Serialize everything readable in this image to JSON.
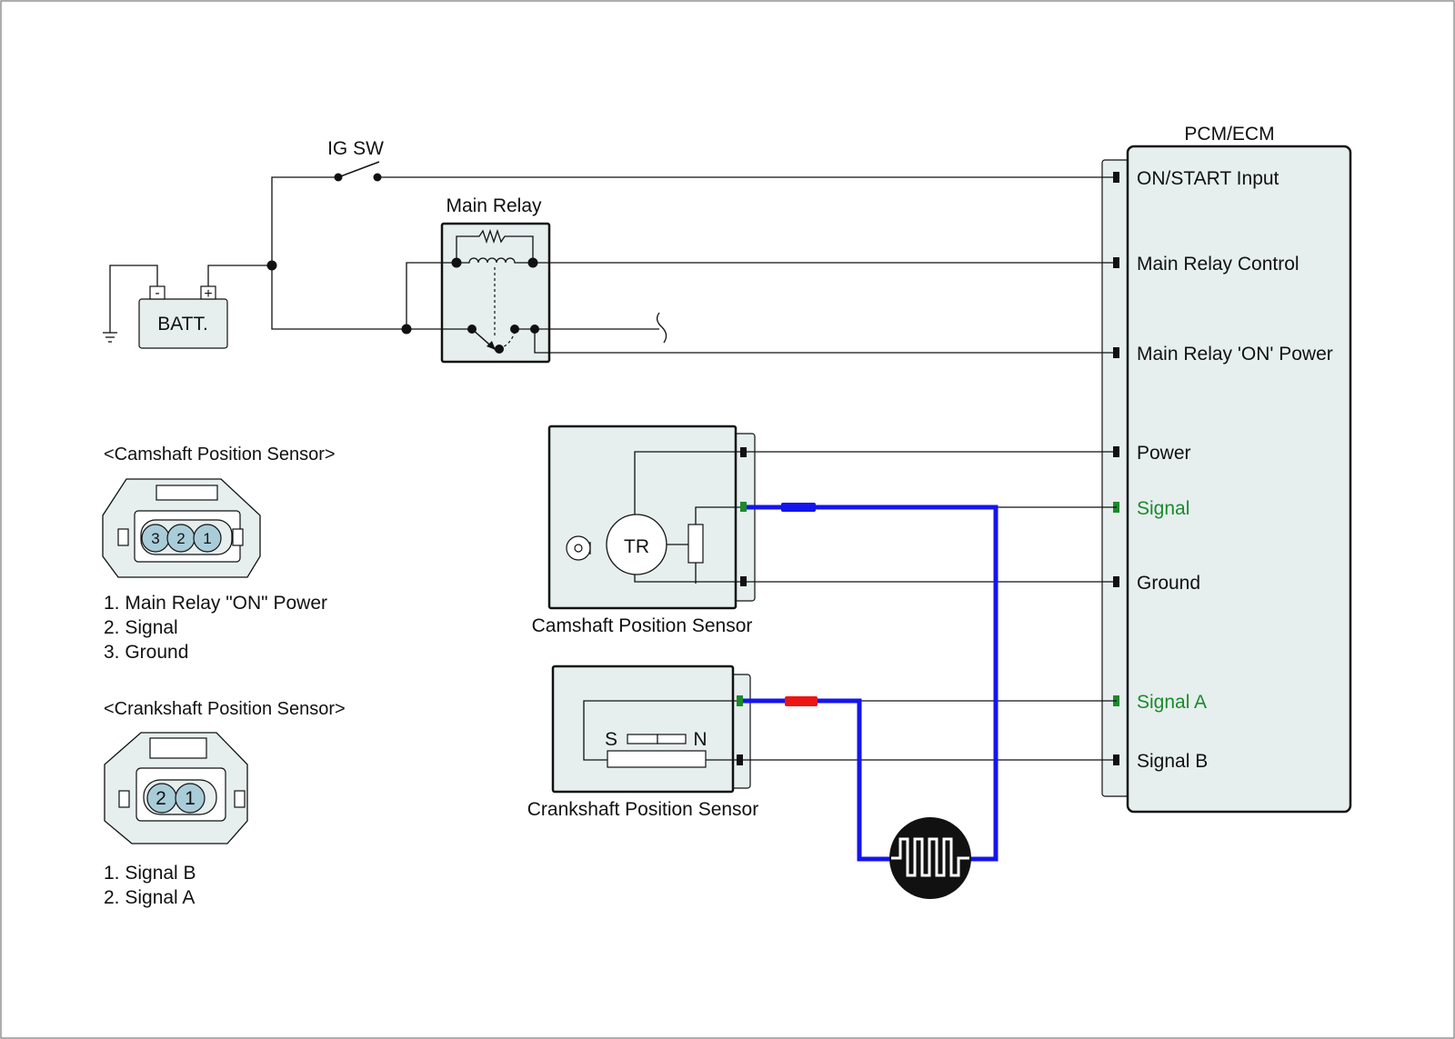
{
  "labels": {
    "pcm_ecm": "PCM/ECM",
    "ig_sw": "IG SW",
    "main_relay": "Main Relay",
    "batt": "BATT.",
    "batt_minus": "-",
    "batt_plus": "+",
    "tr": "TR",
    "s_pole": "S",
    "n_pole": "N",
    "cam_sensor": "Camshaft Position Sensor",
    "crank_sensor": "Crankshaft Position Sensor"
  },
  "pcm_pins": [
    {
      "label": "ON/START Input",
      "color": "#111111"
    },
    {
      "label": "Main Relay Control",
      "color": "#111111"
    },
    {
      "label": "Main Relay 'ON' Power",
      "color": "#111111"
    },
    {
      "label": "Power",
      "color": "#111111"
    },
    {
      "label": "Signal",
      "color": "#1a8a2a"
    },
    {
      "label": "Ground",
      "color": "#111111"
    },
    {
      "label": "Signal A",
      "color": "#1a8a2a"
    },
    {
      "label": "Signal B",
      "color": "#111111"
    }
  ],
  "cam_connector": {
    "title": "<Camshaft Position Sensor>",
    "pins": [
      "3",
      "2",
      "1"
    ],
    "legend": [
      "1. Main Relay \"ON\" Power",
      "2. Signal",
      "3. Ground"
    ]
  },
  "crank_connector": {
    "title": "<Crankshaft Position Sensor>",
    "pins": [
      "2",
      "1"
    ],
    "legend": [
      "1. Signal B",
      "2. Signal A"
    ]
  },
  "colors": {
    "box_fill": "#e6eeee",
    "connector_fill": "#a9ccd9",
    "signal_wire": "#1414ee",
    "signal_text": "#1a8a2a",
    "cam_probe": "#1414ee",
    "crank_probe": "#ee1414"
  },
  "icons": {
    "scope": "oscilloscope-waveform-icon",
    "ground": "ground-symbol-icon"
  }
}
